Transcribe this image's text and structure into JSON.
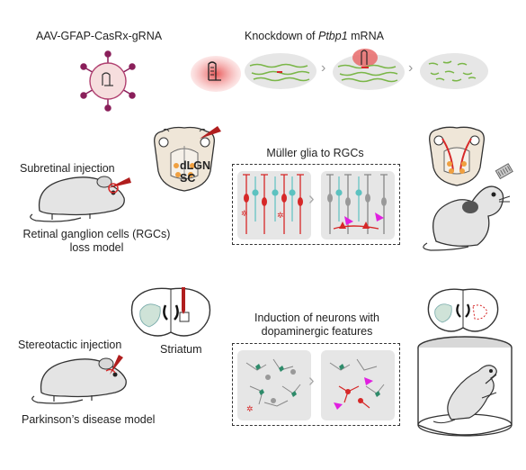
{
  "top": {
    "vector_label": "AAV-GFAP-CasRx-gRNA",
    "knockdown_prefix": "Knockdown of ",
    "knockdown_gene": "Ptbp1",
    "knockdown_suffix": " mRNA"
  },
  "retina_model": {
    "injection_label": "Subretinal injection",
    "target_dlgn": "dLGN",
    "target_sc": "SC",
    "panel_title": "Müller glia to RGCs",
    "model_line1": "Retinal ganglion cells (RGCs)",
    "model_line2": "loss model"
  },
  "pd_model": {
    "injection_label": "Stereotactic injection",
    "region_label": "Striatum",
    "panel_title_line1": "Induction of neurons with",
    "panel_title_line2": "dopaminergic features",
    "model_label": "Parkinson’s disease model"
  },
  "colors": {
    "red": "#d62828",
    "green_cell": "#2e8b6a",
    "teal_cell": "#5cc2c0",
    "magenta_arrow": "#e020e0",
    "mrna_green": "#7ab648",
    "panel_gray": "#e6e6e6"
  }
}
